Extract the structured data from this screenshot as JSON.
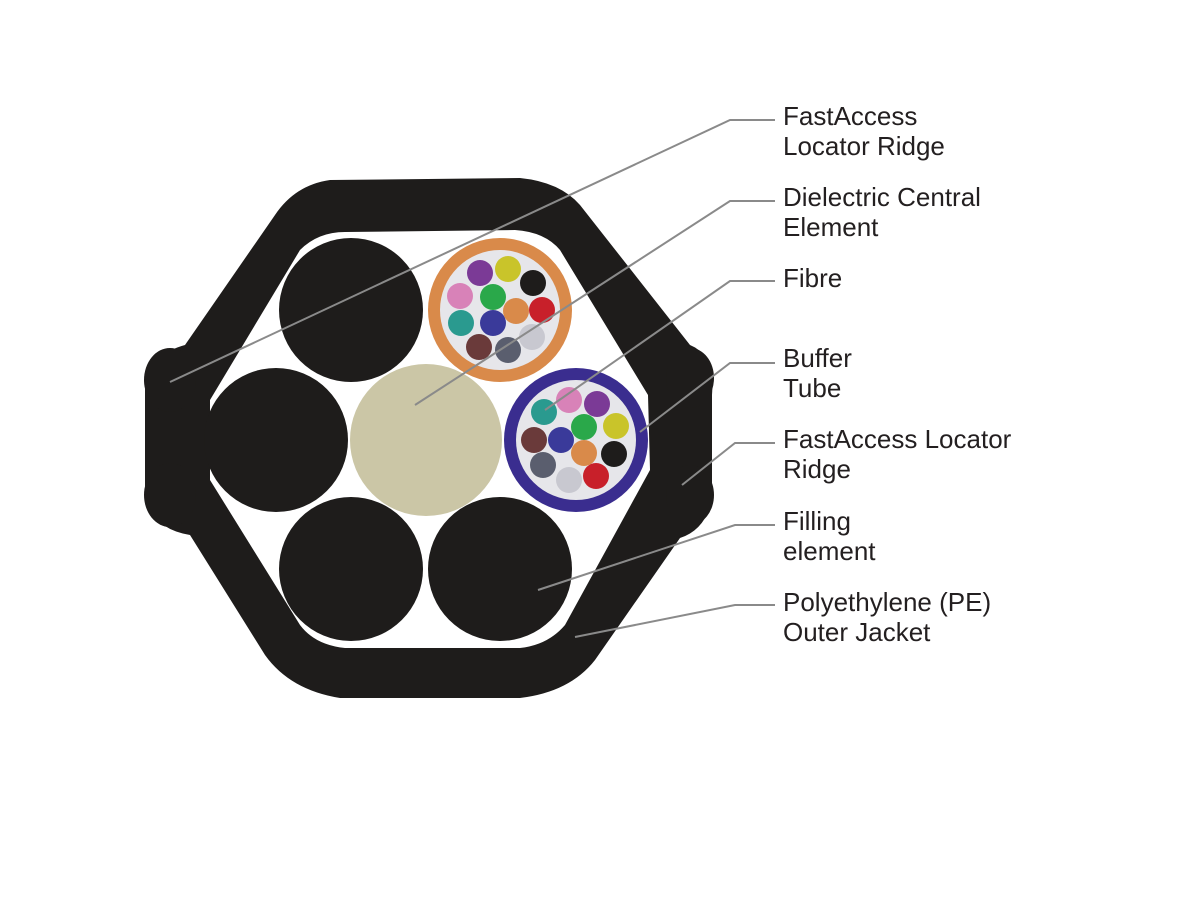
{
  "labels": [
    {
      "id": "locator-ridge-left",
      "lines": [
        "FastAccess",
        "Locator Ridge"
      ]
    },
    {
      "id": "dielectric-central-element",
      "lines": [
        "Dielectric Central",
        "Element"
      ]
    },
    {
      "id": "fibre",
      "lines": [
        "Fibre"
      ]
    },
    {
      "id": "buffer-tube",
      "lines": [
        "Buffer",
        "Tube"
      ]
    },
    {
      "id": "locator-ridge-right",
      "lines": [
        "FastAccess Locator",
        "Ridge"
      ]
    },
    {
      "id": "filling-element",
      "lines": [
        "Filling",
        "element"
      ]
    },
    {
      "id": "pe-outer-jacket",
      "lines": [
        "Polyethylene (PE)",
        "Outer Jacket"
      ]
    }
  ],
  "colors": {
    "jacket": "#1e1c1b",
    "central_element": "#cbc6a6",
    "tube_orange": "#d98a4a",
    "tube_blue": "#3a2d8f",
    "tube_interior": "#e6e6ea",
    "leader_line": "#8a8a8a"
  },
  "fibre_colors_orange_tube": [
    "#7b3a96",
    "#c9c42a",
    "#1e1c1b",
    "#d882b8",
    "#2aa84a",
    "#d98a4a",
    "#c8202a",
    "#2a9a8f",
    "#3a3a9a",
    "#c8c8d0",
    "#6a3a3a",
    "#5a5e6e"
  ],
  "fibre_colors_blue_tube": [
    "#d882b8",
    "#7b3a96",
    "#2a9a8f",
    "#2aa84a",
    "#c9c42a",
    "#6a3a3a",
    "#3a3a9a",
    "#d98a4a",
    "#1e1c1b",
    "#5a5e6e",
    "#c8c8d0",
    "#c8202a"
  ]
}
